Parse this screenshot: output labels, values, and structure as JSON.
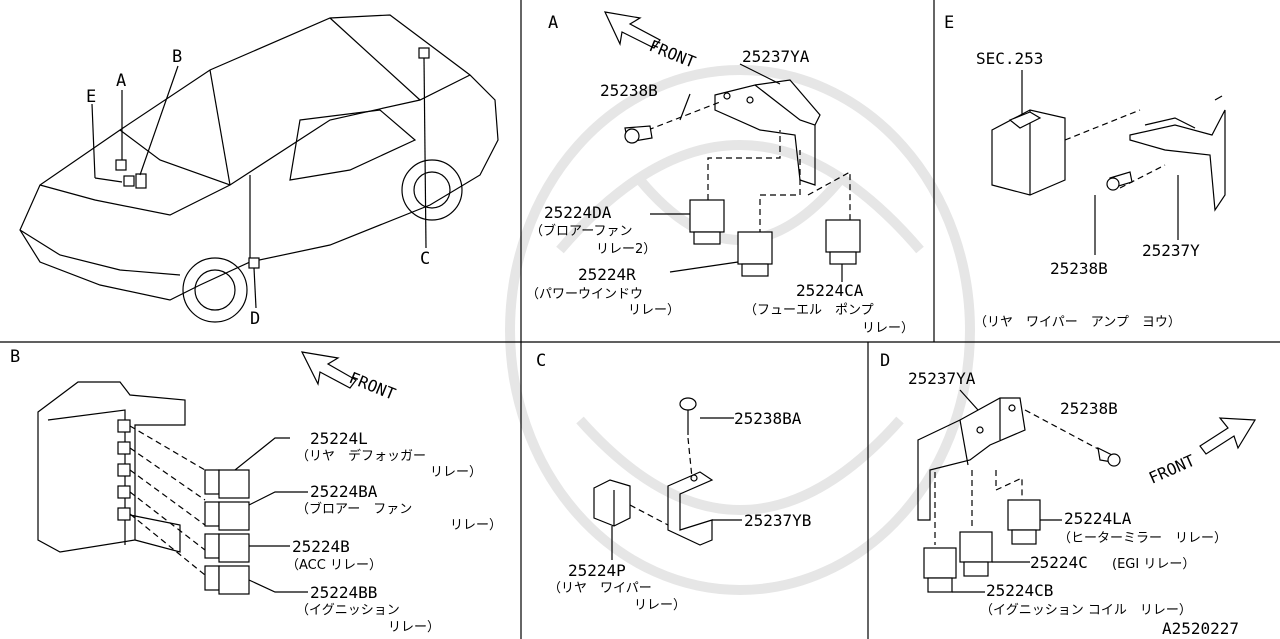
{
  "panels": {
    "overview": {
      "labels": [
        "A",
        "B",
        "C",
        "D",
        "E"
      ]
    },
    "A": {
      "letter": "A",
      "front": "FRONT",
      "parts": [
        {
          "pn": "25237YA",
          "desc": []
        },
        {
          "pn": "25238B",
          "desc": []
        },
        {
          "pn": "25224DA",
          "desc": [
            "（ブロアーファン",
            "リレー2）"
          ]
        },
        {
          "pn": "25224R",
          "desc": [
            "（パワーウインドウ",
            "リレー）"
          ]
        },
        {
          "pn": "25224CA",
          "desc": [
            "（フューエル　ポンプ",
            "リレー）"
          ]
        }
      ]
    },
    "E": {
      "letter": "E",
      "parts": [
        {
          "pn": "SEC.253",
          "desc": []
        },
        {
          "pn": "25238B",
          "desc": []
        },
        {
          "pn": "25237Y",
          "desc": []
        }
      ],
      "note": "（リヤ　ワイパー　アンプ　ヨウ）"
    },
    "B": {
      "letter": "B",
      "front": "FRONT",
      "parts": [
        {
          "pn": "25224L",
          "desc": [
            "（リヤ　デフォッガー",
            "リレー）"
          ]
        },
        {
          "pn": "25224BA",
          "desc": [
            "（ブロアー　ファン",
            "リレー）"
          ]
        },
        {
          "pn": "25224B",
          "desc": [
            "（ACC リレー）"
          ]
        },
        {
          "pn": "25224BB",
          "desc": [
            "（イグニッション",
            "リレー）"
          ]
        }
      ]
    },
    "C": {
      "letter": "C",
      "parts": [
        {
          "pn": "25238BA",
          "desc": []
        },
        {
          "pn": "25237YB",
          "desc": []
        },
        {
          "pn": "25224P",
          "desc": [
            "（リヤ　ワイパー",
            "リレー）"
          ]
        }
      ]
    },
    "D": {
      "letter": "D",
      "front": "FRONT",
      "parts": [
        {
          "pn": "25237YA",
          "desc": []
        },
        {
          "pn": "25238B",
          "desc": []
        },
        {
          "pn": "25224LA",
          "desc": [
            "（ヒーターミラー　リレー）"
          ]
        },
        {
          "pn": "25224C",
          "desc": [
            "(EGI リレー）"
          ]
        },
        {
          "pn": "25224CB",
          "desc": [
            "（イグニッション コイル　リレー）"
          ]
        }
      ]
    }
  },
  "diagram_id": "A2520227"
}
